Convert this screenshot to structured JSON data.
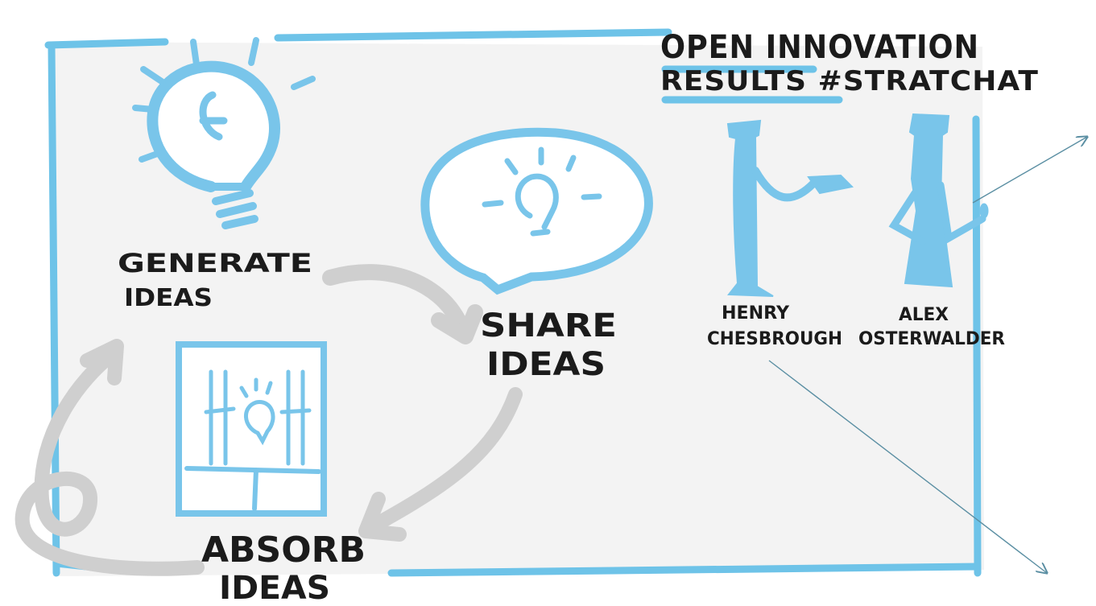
{
  "title": {
    "line1": "OPEN INNOVATION",
    "line2": "RESULTS #STRATCHAT"
  },
  "steps": {
    "generate": {
      "line1": "GENERATE",
      "line2": "IDEAS"
    },
    "share": {
      "line1": "SHARE",
      "line2": "IDEAS"
    },
    "absorb": {
      "line1": "ABSORB",
      "line2": "IDEAS"
    }
  },
  "people": {
    "henry": {
      "line1": "HENRY",
      "line2": "CHESBROUGH"
    },
    "alex": {
      "line1": "ALEX",
      "line2": "OSTERWALDER"
    }
  },
  "colors": {
    "frame": "#6ec3e8",
    "figure": "#79c5ea",
    "arrow": "#cfcfcf",
    "ink": "#1b1b1b",
    "panel": "#f3f3f3",
    "connector": "#5b8fa3"
  }
}
